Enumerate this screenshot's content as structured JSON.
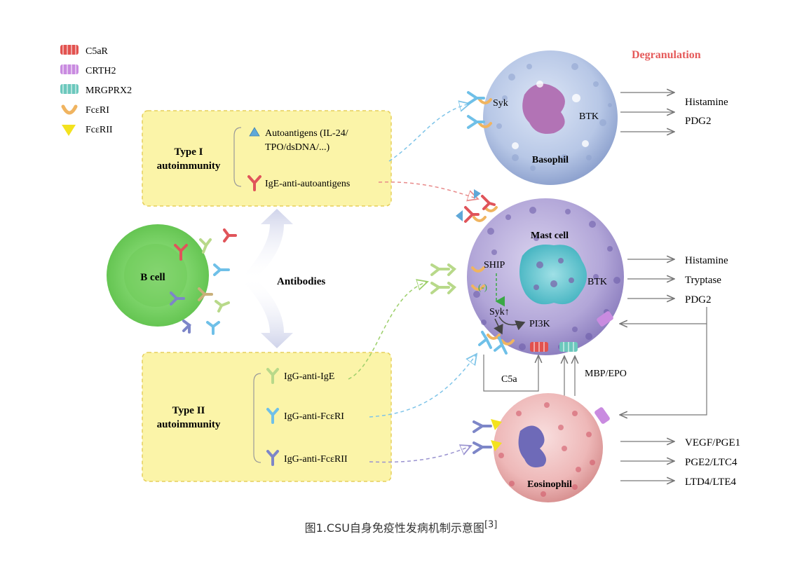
{
  "legend": [
    {
      "label": "C5aR",
      "icon": "c5ar-receptor-icon",
      "color": "#e2524f"
    },
    {
      "label": "CRTH2",
      "icon": "crth2-receptor-icon",
      "color": "#c98be0"
    },
    {
      "label": "MRGPRX2",
      "icon": "mrgprx2-receptor-icon",
      "color": "#6cc8bd"
    },
    {
      "label": "FcεRI",
      "icon": "fceri-receptor-icon",
      "color": "#f0b460"
    },
    {
      "label": "FcεRII",
      "icon": "fcerii-receptor-icon",
      "color": "#f3e21e"
    }
  ],
  "degranulation": "Degranulation",
  "type1": {
    "title_line1": "Type I",
    "title_line2": "autoimmunity",
    "item1_line1": "Autoantigens (IL-24/",
    "item1_line2": "TPO/dsDNA/...)",
    "item2": "IgE-anti-autoantigens"
  },
  "type2": {
    "title_line1": "Type II",
    "title_line2": "autoimmunity",
    "item1": "IgG-anti-IgE",
    "item2": "IgG-anti-FcεRI",
    "item3": "IgG-anti-FcεRII"
  },
  "bcell": "B cell",
  "antibodies": "Antibodies",
  "basophil": {
    "name": "Basophil",
    "syk": "Syk",
    "btk": "BTK",
    "outputs": [
      "Histamine",
      "PDG2"
    ]
  },
  "mastcell": {
    "name": "Mast cell",
    "ship": "SHIP",
    "minus": "(-)",
    "syk": "Syk↑",
    "pi3k": "PI3K",
    "btk": "BTK",
    "outputs": [
      "Histamine",
      "Tryptase",
      "PDG2"
    ]
  },
  "c5a": "C5a",
  "mbp": "MBP/EPO",
  "eosinophil": {
    "name": "Eosinophil",
    "outputs": [
      "VEGF/PGE1",
      "PGE2/LTC4",
      "LTD4/LTE4"
    ]
  },
  "caption": "图1.CSU自身免疫性发病机制示意图",
  "caption_ref": "[3]"
}
